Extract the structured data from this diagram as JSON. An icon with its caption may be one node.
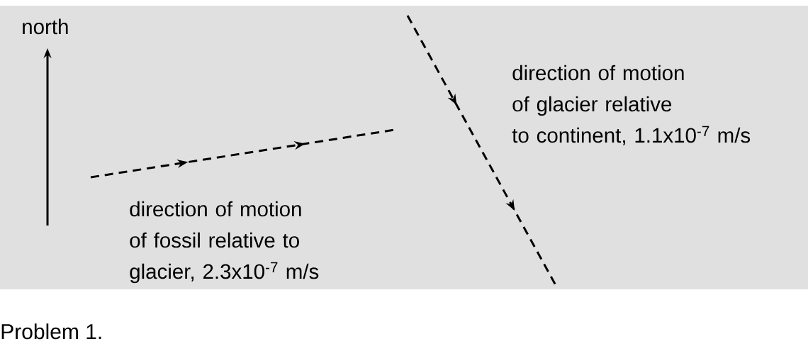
{
  "diagram": {
    "caption": "Problem 1.",
    "labels": [
      "north",
      "direction of motion of glacier relative to continent, 1.1x10$^{-7}$ m/s",
      "direction of motion of fossil relative to glacier, 2.3x10$^{-7}$ m/s"
    ]
  }
}
